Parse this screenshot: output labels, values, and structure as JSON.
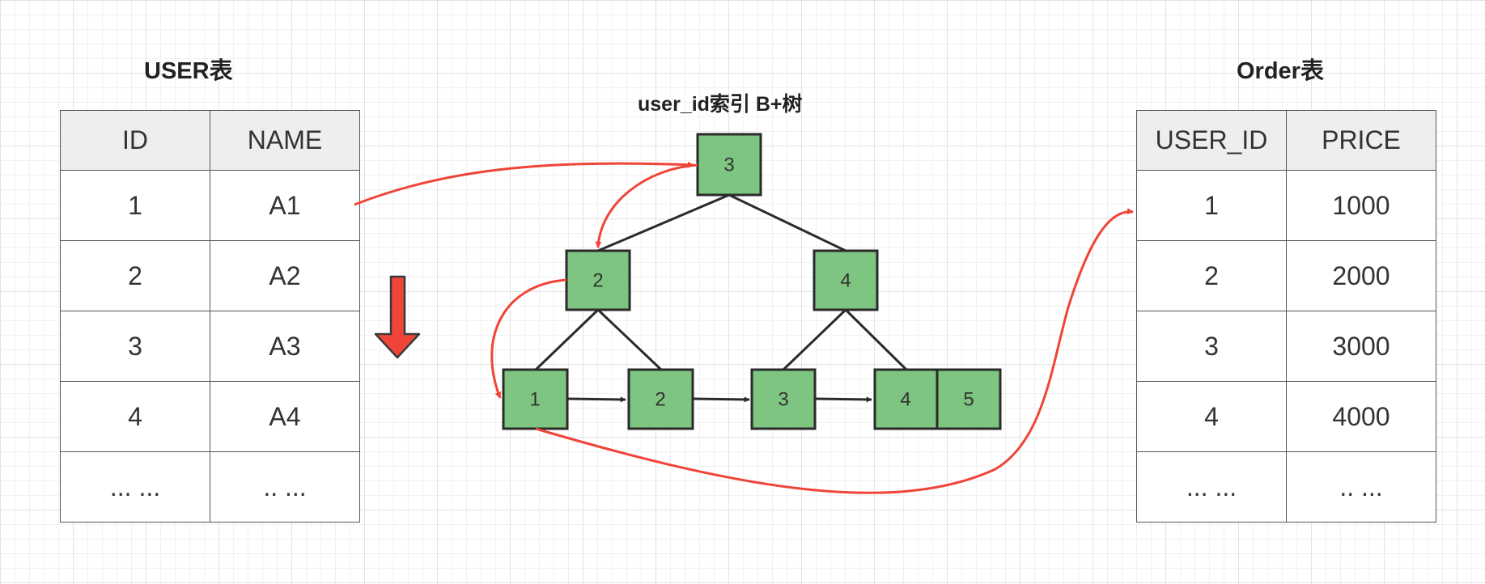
{
  "colors": {
    "node_fill": "#7dc580",
    "node_stroke": "#2b2b2b",
    "path": "#f04438",
    "table_header_bg": "#eeeeee"
  },
  "user_table": {
    "title": "USER表",
    "headers": [
      "ID",
      "NAME"
    ],
    "rows": [
      [
        "1",
        "A1"
      ],
      [
        "2",
        "A2"
      ],
      [
        "3",
        "A3"
      ],
      [
        "4",
        "A4"
      ],
      [
        "... ...",
        ".. ..."
      ]
    ]
  },
  "index": {
    "title": "user_id索引 B+树",
    "nodes": {
      "root": "3",
      "internal_left": "2",
      "internal_right": "4",
      "leaf_1": "1",
      "leaf_2": "2",
      "leaf_3": "3",
      "leaf_4": "4",
      "leaf_5": "5"
    }
  },
  "order_table": {
    "title": "Order表",
    "headers": [
      "USER_ID",
      "PRICE"
    ],
    "rows": [
      [
        "1",
        "1000"
      ],
      [
        "2",
        "2000"
      ],
      [
        "3",
        "3000"
      ],
      [
        "4",
        "4000"
      ],
      [
        "... ...",
        ".. ..."
      ]
    ]
  }
}
